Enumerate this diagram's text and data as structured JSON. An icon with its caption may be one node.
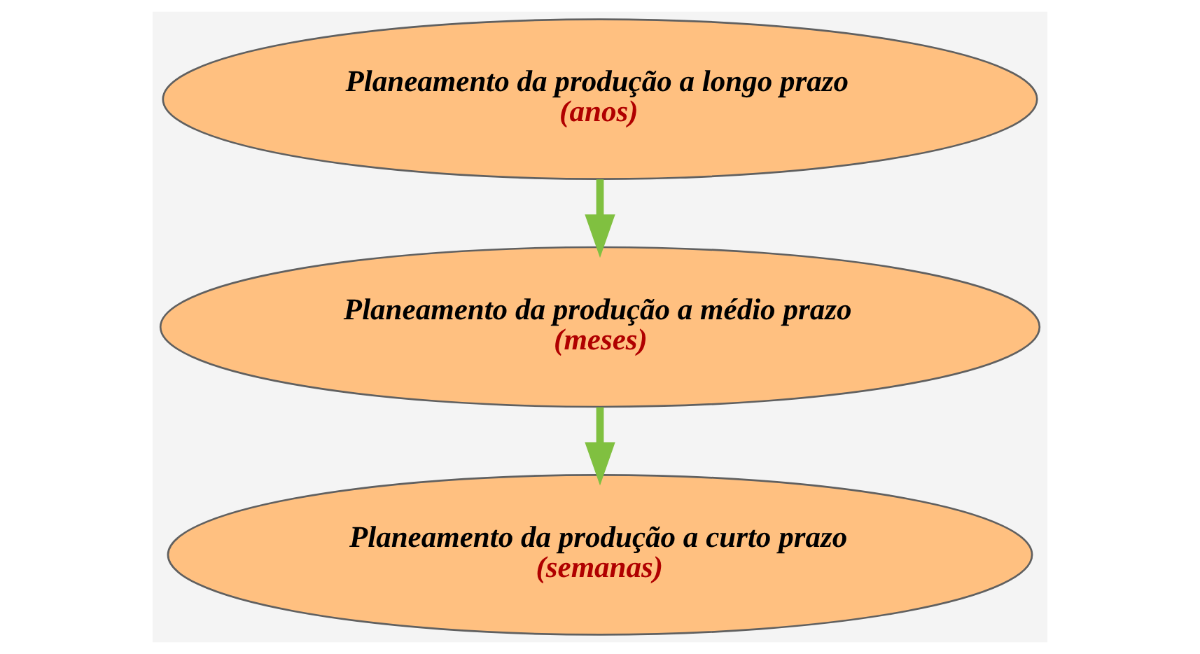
{
  "diagram": {
    "nodes": [
      {
        "text": [
          "Planeamento da produção a longo prazo",
          "(anos)"
        ]
      },
      {
        "text": [
          "Planeamento da produção a médio prazo",
          "(meses)"
        ]
      },
      {
        "text": [
          "Planeamento da produção a curto prazo",
          "(semanas)"
        ]
      }
    ],
    "edges": [
      {
        "from": 0,
        "to": 1,
        "arrow": "to"
      },
      {
        "from": 1,
        "to": 2,
        "arrow": "to"
      }
    ]
  }
}
